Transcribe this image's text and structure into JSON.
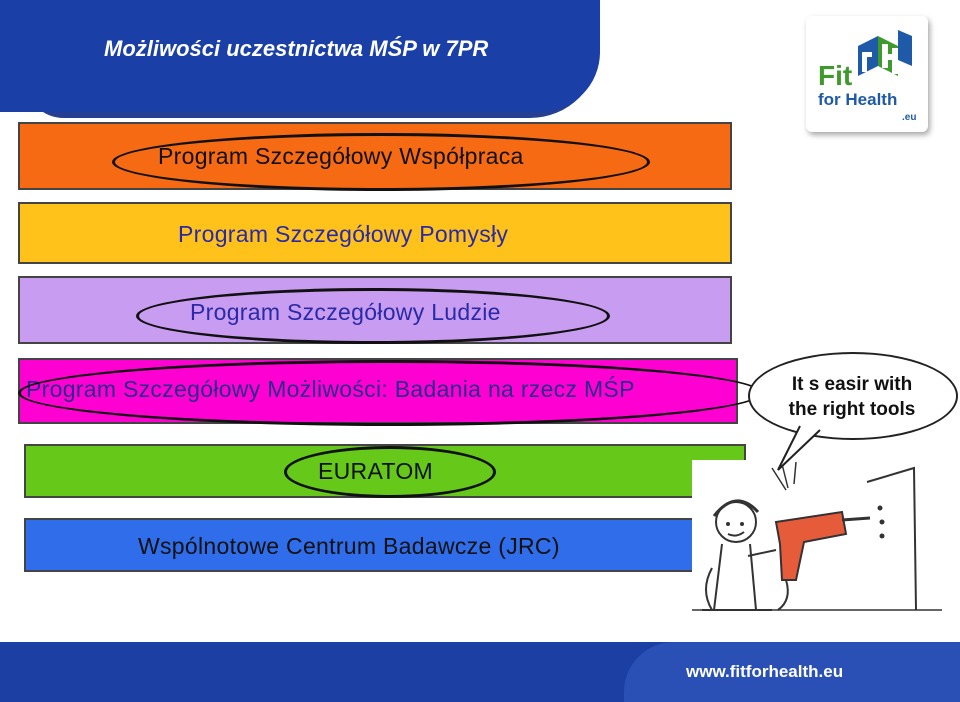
{
  "header": {
    "title": "Możliwości uczestnictwa MŚP w 7PR"
  },
  "logo": {
    "line1": "Fit",
    "line2": "for Health",
    "suffix": ".eu"
  },
  "programs": [
    {
      "label": "Program Szczegółowy Współpraca",
      "color": "#f56a12"
    },
    {
      "label": "Program Szczegółowy Pomysły",
      "color": "#ffc21a"
    },
    {
      "label": "Program Szczegółowy Ludzie",
      "color": "#c89cf0"
    },
    {
      "label": "Program Szczegółowy Możliwości: Badania na rzecz MŚP",
      "color": "#ff00d2"
    },
    {
      "label": "EURATOM",
      "color": "#66c818"
    },
    {
      "label": "Wspólnotowe Centrum Badawcze (JRC)",
      "color": "#2f6dea"
    }
  ],
  "bubble": {
    "line1": "It s  easir with",
    "line2": "the right tools"
  },
  "footer": {
    "url": "www.fitforhealth.eu"
  }
}
